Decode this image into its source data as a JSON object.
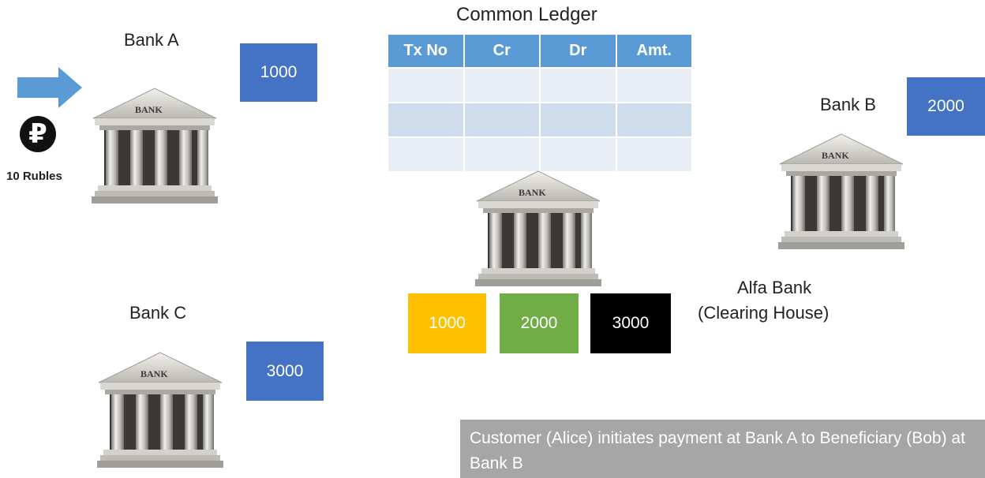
{
  "labels": {
    "bank_a": "Bank A",
    "bank_b": "Bank B",
    "bank_c": "Bank C",
    "clearing_line1": "Alfa Bank",
    "clearing_line2": "(Clearing House)",
    "ledger_title": "Common Ledger",
    "currency_caption": "10 Rubles",
    "building_sign": "BANK"
  },
  "balances": {
    "bank_a": "1000",
    "bank_b": "2000",
    "bank_c": "3000"
  },
  "clearing_chips": [
    {
      "value": "1000",
      "color": "#ffc000"
    },
    {
      "value": "2000",
      "color": "#70ad47"
    },
    {
      "value": "3000",
      "color": "#000000"
    }
  ],
  "ledger": {
    "columns": [
      "Tx No",
      "Cr",
      "Dr",
      "Amt."
    ],
    "rows": [
      [
        "",
        "",
        "",
        ""
      ],
      [
        "",
        "",
        "",
        ""
      ],
      [
        "",
        "",
        "",
        ""
      ]
    ]
  },
  "currency_symbol": "₽",
  "note": "Customer (Alice) initiates payment at Bank A to Beneficiary (Bob) at Bank B",
  "colors": {
    "balance_box": "#4472c4",
    "ledger_header": "#5b9bd5",
    "note_bg": "#a6a6a6",
    "arrow": "#5b9bd5"
  },
  "icons": [
    "arrow-right-icon",
    "ruble-coin-icon",
    "bank-building-icon"
  ]
}
